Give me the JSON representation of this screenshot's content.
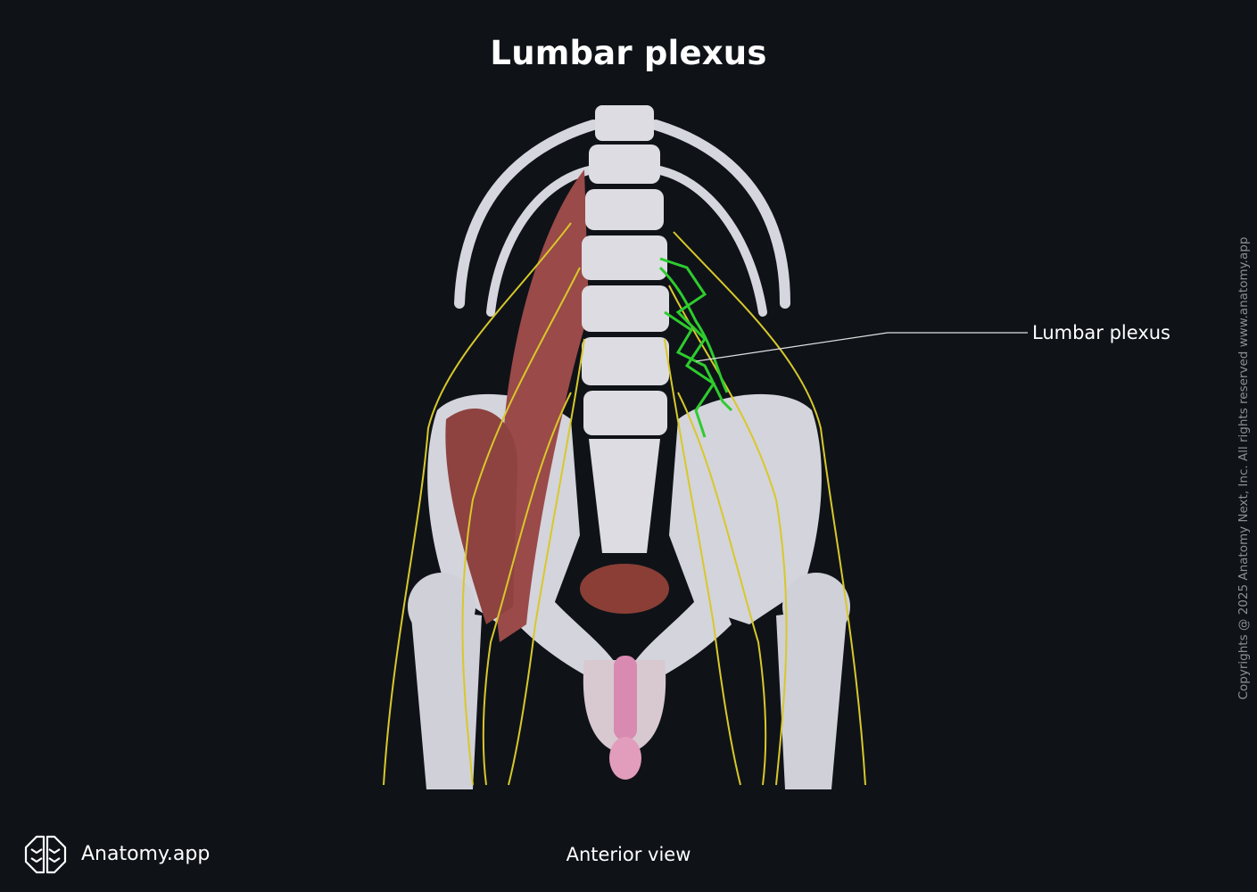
{
  "title": "Lumbar plexus",
  "labels": [
    {
      "text": "Lumbar plexus"
    }
  ],
  "view": "Anterior view",
  "brand": {
    "name": "Anatomy.app",
    "logo_icon": "brain-icon"
  },
  "copyright": "Copyrights @ 2025 Anatomy Next, Inc. All rights reserved www.anatomy.app",
  "colors": {
    "background": "#0f1318",
    "bone": "#dcdce2",
    "nerve": "#d8c82a",
    "highlight": "#2ecc2e",
    "muscle": "#9a4a48"
  }
}
